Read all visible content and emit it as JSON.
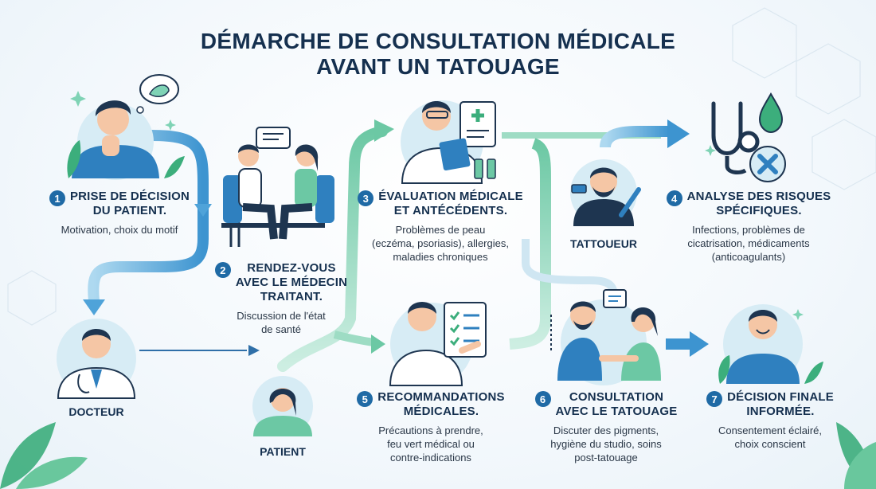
{
  "title": {
    "line1": "DÉMARCHE DE CONSULTATION MÉDICALE",
    "line2": "AVANT UN TATOUAGE"
  },
  "steps": [
    {
      "num": "1",
      "title1": "PRISE DE DÉCISION",
      "title2": "DU PATIENT.",
      "desc1": "Motivation, choix du motif",
      "desc2": "",
      "desc3": ""
    },
    {
      "num": "2",
      "title1": "RENDEZ-VOUS",
      "title2": "AVEC LE MÉDECIN",
      "title3": "TRAITANT.",
      "desc1": "Discussion de l'état",
      "desc2": "de santé"
    },
    {
      "num": "3",
      "title1": "ÉVALUATION MÉDICALE",
      "title2": "ET ANTÉCÉDENTS.",
      "desc1": "Problèmes de peau",
      "desc2": "(eczéma, psoriasis), allergies,",
      "desc3": "maladies chroniques"
    },
    {
      "num": "4",
      "title1": "ANALYSE DES RISQUES",
      "title2": "SPÉCIFIQUES.",
      "desc1": "Infections, problèmes de",
      "desc2": "cicatrisation, médicaments",
      "desc3": "(anticoagulants)"
    },
    {
      "num": "5",
      "title1": "RECOMMANDATIONS",
      "title2": "MÉDICALES.",
      "desc1": "Précautions à prendre,",
      "desc2": "feu vert médical ou",
      "desc3": "contre-indications"
    },
    {
      "num": "6",
      "title1": "CONSULTATION",
      "title2": "AVEC LE TATOUAGE",
      "desc1": "Discuter des pigments,",
      "desc2": "hygiène du studio, soins",
      "desc3": "post-tatouage"
    },
    {
      "num": "7",
      "title1": "DÉCISION FINALE",
      "title2": "INFORMÉE.",
      "desc1": "Consentement éclairé,",
      "desc2": "choix conscient",
      "desc3": ""
    }
  ],
  "roles": {
    "doctor": "DOCTEUR",
    "patient": "PATIENT",
    "tattooist": "TATTOUEUR"
  },
  "colors": {
    "navy": "#15304f",
    "blue": "#1f6aa5",
    "arrow_blue": "#4fa3d9",
    "arrow_green": "#7fd3b5",
    "leaf": "#3cae7c"
  }
}
